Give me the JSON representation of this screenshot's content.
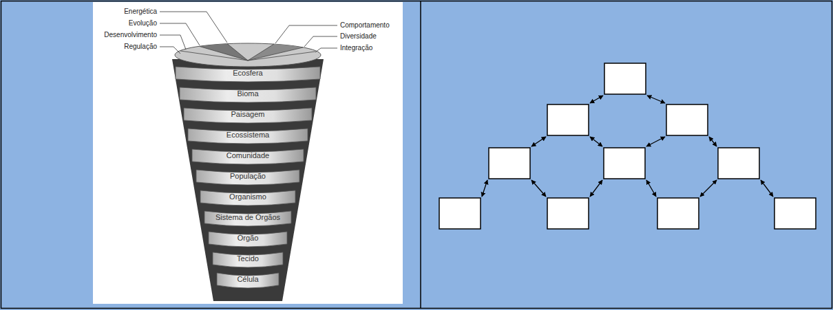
{
  "diagram": {
    "nodes": [
      {
        "text": [
          "Ecosfera"
        ]
      },
      {
        "text": [
          "Bioma"
        ]
      },
      {
        "text": [
          "Paisagem"
        ]
      },
      {
        "text": [
          "Ecossistema"
        ]
      },
      {
        "text": [
          "Comunidade"
        ]
      },
      {
        "text": [
          "População"
        ]
      },
      {
        "text": [
          "Organismo"
        ]
      },
      {
        "text": [
          "Sistema de Órgãos"
        ]
      },
      {
        "text": [
          "Órgão"
        ]
      },
      {
        "text": [
          "Tecido"
        ]
      },
      {
        "text": [
          "Célula"
        ]
      }
    ],
    "labels": [
      "Energética",
      "Evolução",
      "Desenvolvimento",
      "Regulação",
      "Comportamento",
      "Diversidade",
      "Integração"
    ]
  }
}
